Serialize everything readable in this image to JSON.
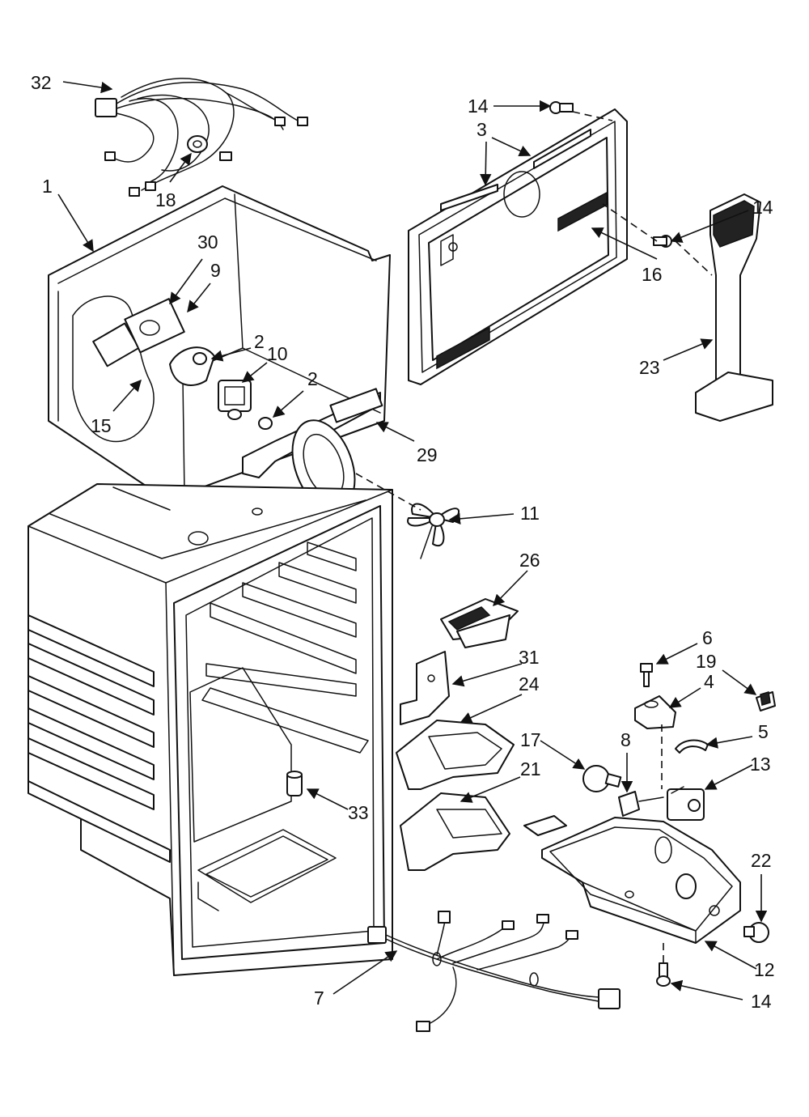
{
  "callouts": [
    {
      "id": "c32a",
      "label": "32"
    },
    {
      "id": "c18",
      "label": "18"
    },
    {
      "id": "c1",
      "label": "1"
    },
    {
      "id": "c30",
      "label": "30"
    },
    {
      "id": "c9",
      "label": "9"
    },
    {
      "id": "c2a",
      "label": "2"
    },
    {
      "id": "c10",
      "label": "10"
    },
    {
      "id": "c2b",
      "label": "2"
    },
    {
      "id": "c15",
      "label": "15"
    },
    {
      "id": "c29",
      "label": "29"
    },
    {
      "id": "c14a",
      "label": "14"
    },
    {
      "id": "c3",
      "label": "3"
    },
    {
      "id": "c14b",
      "label": "14"
    },
    {
      "id": "c16",
      "label": "16"
    },
    {
      "id": "c23",
      "label": "23"
    },
    {
      "id": "c11",
      "label": "11"
    },
    {
      "id": "c26",
      "label": "26"
    },
    {
      "id": "c6",
      "label": "6"
    },
    {
      "id": "c19",
      "label": "19"
    },
    {
      "id": "c4",
      "label": "4"
    },
    {
      "id": "c31",
      "label": "31"
    },
    {
      "id": "c24",
      "label": "24"
    },
    {
      "id": "c5",
      "label": "5"
    },
    {
      "id": "c17",
      "label": "17"
    },
    {
      "id": "c8",
      "label": "8"
    },
    {
      "id": "c13",
      "label": "13"
    },
    {
      "id": "c21",
      "label": "21"
    },
    {
      "id": "c33",
      "label": "33"
    },
    {
      "id": "c22",
      "label": "22"
    },
    {
      "id": "c12",
      "label": "12"
    },
    {
      "id": "c7",
      "label": "7"
    },
    {
      "id": "c14c",
      "label": "14"
    }
  ]
}
